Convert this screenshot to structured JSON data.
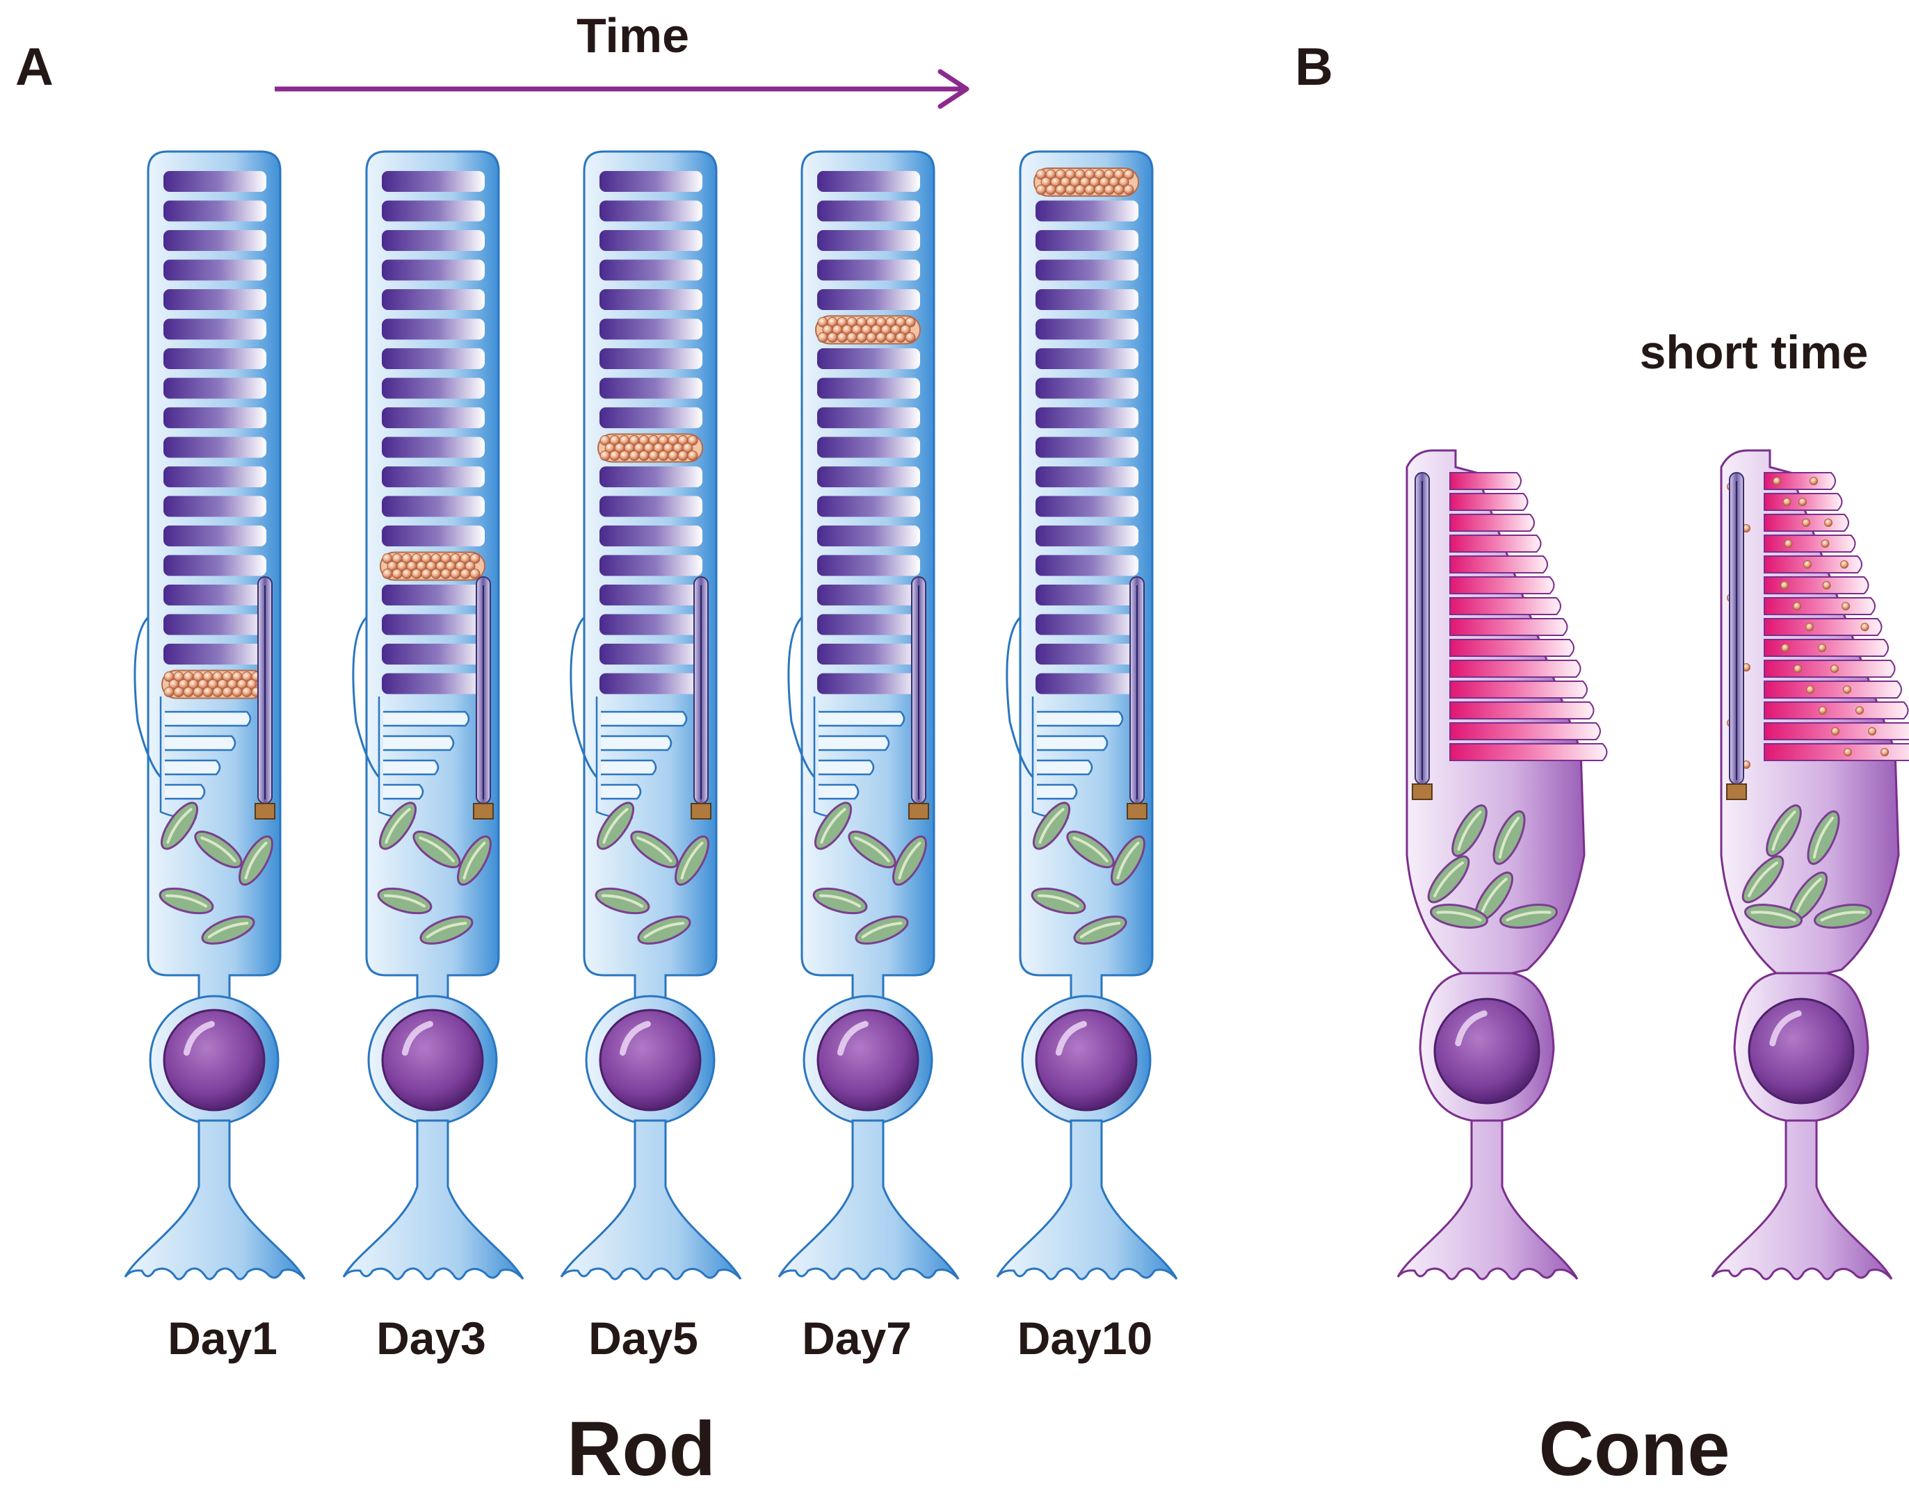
{
  "panels": {
    "a": {
      "letter": "A"
    },
    "b": {
      "letter": "B"
    }
  },
  "time_arrow": {
    "label": "Time",
    "color": "#8b2a8e"
  },
  "rod": {
    "group_label": "Rod",
    "cells": [
      {
        "label": "Day1",
        "marker_disc_index": 17
      },
      {
        "label": "Day3",
        "marker_disc_index": 13
      },
      {
        "label": "Day5",
        "marker_disc_index": 9
      },
      {
        "label": "Day7",
        "marker_disc_index": 5
      },
      {
        "label": "Day10",
        "marker_disc_index": 0
      }
    ],
    "disc_count": 18,
    "colors": {
      "body": "#bcdcf2",
      "body_edge": "#2a76c0",
      "disc": "#5b3b9a",
      "nucleus": "#7b3f98"
    }
  },
  "cone": {
    "group_label": "Cone",
    "condition_label": "short time",
    "cells": [
      {
        "spotted": false
      },
      {
        "spotted": true
      }
    ],
    "colors": {
      "body": "#d7b9e3",
      "body_edge": "#7b2f8c",
      "disc": "#e8247c",
      "nucleus": "#7b3f98"
    }
  },
  "colors": {
    "marker": "#e8a078",
    "mitochondria": "#8fb58a",
    "text": "#231815"
  }
}
